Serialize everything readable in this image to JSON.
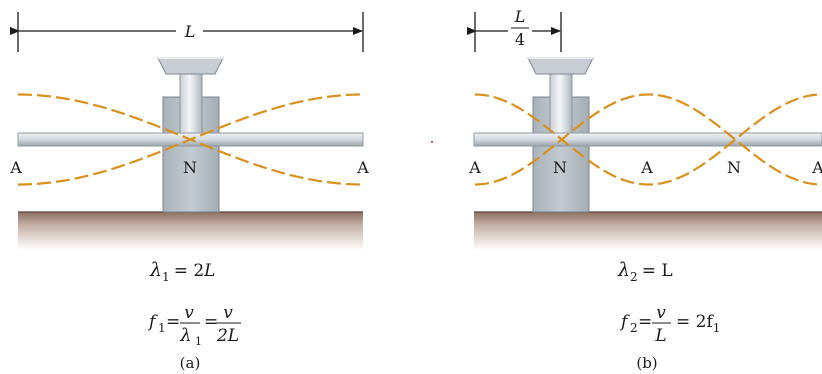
{
  "panel_a": {
    "dim": "L",
    "node": "N",
    "antinode_left": "A",
    "antinode_right": "A",
    "eq1": {
      "sym": "λ",
      "sub": "1",
      "rhs_num": "= 2",
      "rhs_var": "L"
    },
    "eq2": {
      "f": "f",
      "sub": "1",
      "eqs": "=",
      "frac1_num": "v",
      "frac1_den": "λ",
      "frac1_den_sub": "1",
      "eqs2": "=",
      "frac2_num": "v",
      "frac2_den": "2L"
    },
    "caption": "(a)"
  },
  "panel_b": {
    "dim_num": "L",
    "dim_den": "4",
    "labels": [
      "A",
      "N",
      "A",
      "N",
      "A"
    ],
    "eq1": {
      "sym": "λ",
      "sub": "2",
      "rhs": "= L"
    },
    "eq2": {
      "f": "f",
      "sub": "2",
      "eqs": "=",
      "frac_num": "v",
      "frac_den": "L",
      "rhs": "= 2f",
      "rhs_sub": "1"
    },
    "caption": "(b)"
  },
  "colors": {
    "wave": "#D9901C",
    "rod": "#D7DDE2",
    "clamp": "#B4BCC3",
    "table_top": "#8C6F62",
    "table_fade": "#FFFFFF",
    "ink": "#1a1a1a"
  }
}
